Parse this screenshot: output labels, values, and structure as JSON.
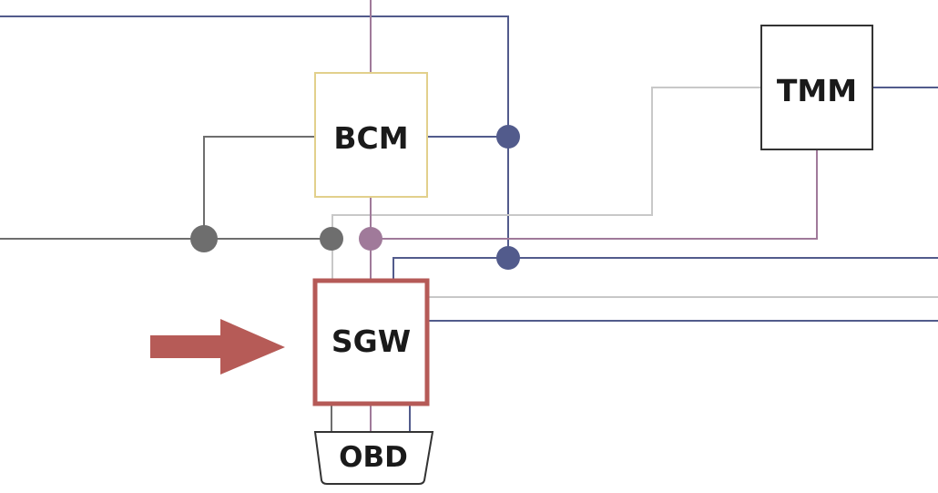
{
  "diagram": {
    "modules": {
      "bcm": {
        "label": "BCM"
      },
      "tmm": {
        "label": "TMM"
      },
      "sgw": {
        "label": "SGW"
      },
      "obd": {
        "label": "OBD"
      }
    },
    "colors": {
      "background": "#ffffff",
      "bus_blue": "#525b8c",
      "bus_purple": "#a07a9a",
      "bus_gray": "#6e6e6e",
      "bus_light": "#c8c8c8",
      "bcm_border": "#e2d08c",
      "tmm_border": "#333333",
      "sgw_border": "#b55a57",
      "arrow": "#b65b57",
      "obd_border": "#333333"
    },
    "icons": {
      "pointer": "arrow-right-icon"
    }
  }
}
